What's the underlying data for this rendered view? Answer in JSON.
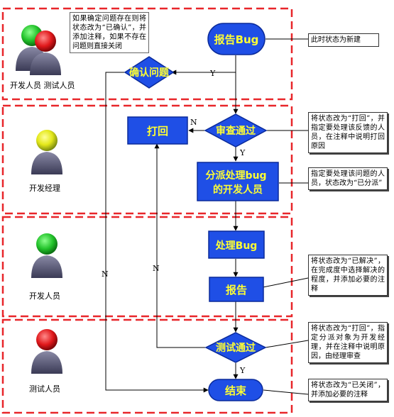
{
  "lanes": [
    {
      "roles": [
        "开发人员",
        "测试人员"
      ]
    },
    {
      "roles": [
        "开发经理"
      ]
    },
    {
      "roles": [
        "开发人员"
      ]
    },
    {
      "roles": [
        "测试人员"
      ]
    }
  ],
  "nodes": {
    "report_bug": "报告Bug",
    "confirm": "确认问题",
    "review": "审查通过",
    "reject": "打回",
    "assign": "分派处理bug的开发人员",
    "handle": "处理Bug",
    "report": "报告",
    "test_pass": "测试通过",
    "end": "结束"
  },
  "edge_labels": {
    "yes": "Y",
    "no": "N"
  },
  "notes": {
    "confirm_note": "如果确定问题存在则将状态改为“已确认”，并添加注释，如果不存在问题则直接关闭",
    "new_state": "此时状态为新建",
    "reject_note": "将状态改为“打回”，并指定要处理该反馈的人员，在注释中说明打回原因",
    "assign_note": "指定要处理该问题的人员，状态改为“已分派”",
    "resolve_note": "将状态改为“已解决”，在完成度中选择解决的程度，并添加必要的注释",
    "test_note": "将状态改为“打回”，指定分派对象为开发经理，并在注释中说明原因，由经理审查",
    "close_note": "将状态改为“已关闭”，并添加必要的注释"
  },
  "colors": {
    "lane_border": "#e8262a",
    "node_fill": "#1f4fe6",
    "node_stroke": "#0a2a9a",
    "node_text": "#ffff33",
    "line": "#000000"
  }
}
